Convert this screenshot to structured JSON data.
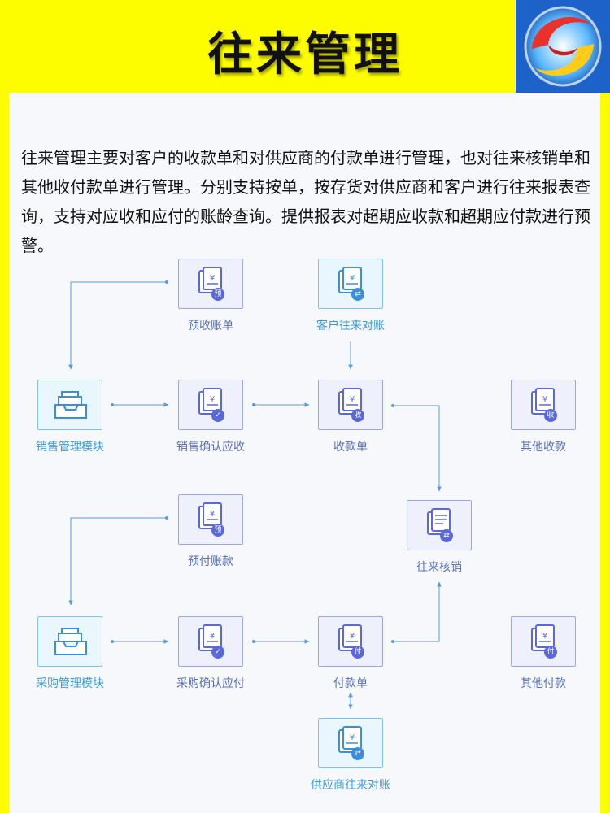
{
  "header": {
    "title": "往来管理"
  },
  "logo": {
    "icon": "swirl-logo-icon"
  },
  "description": "往来管理主要对客户的收款单和对供应商的付款单进行管理，也对往来核销单和其他收付款单进行管理。分别支持按单，按存货对供应商和客户进行往来报表查询，支持对应收和应付的账龄查询。提供报表对超期应收款和超期应付款进行预警。",
  "colors": {
    "header_bg": "#fdfd00",
    "node_border": "#9aa6e6",
    "node_icon": "#5a68d8",
    "blue_node_border": "#7cc4ee",
    "wire": "#5b9bd5"
  },
  "nodes": {
    "prepay_receipt": {
      "label": "预收账单",
      "badge": "预"
    },
    "customer_reconcile": {
      "label": "客户往来对账",
      "badge": "⇄"
    },
    "sales_module": {
      "label": "销售管理模块"
    },
    "sales_confirm": {
      "label": "销售确认应收",
      "badge": "✓"
    },
    "receipt": {
      "label": "收款单",
      "badge": "收"
    },
    "other_receipt": {
      "label": "其他收款",
      "badge": "收"
    },
    "prepay_payment": {
      "label": "预付账款",
      "badge": "预"
    },
    "write_off": {
      "label": "往来核销",
      "badge": "⇄"
    },
    "purchase_module": {
      "label": "采购管理模块"
    },
    "purchase_confirm": {
      "label": "采购确认应付",
      "badge": "✓"
    },
    "payment": {
      "label": "付款单",
      "badge": "付"
    },
    "other_payment": {
      "label": "其他付款",
      "badge": "付"
    },
    "supplier_reconcile": {
      "label": "供应商往来对账",
      "badge": "⇄"
    }
  }
}
